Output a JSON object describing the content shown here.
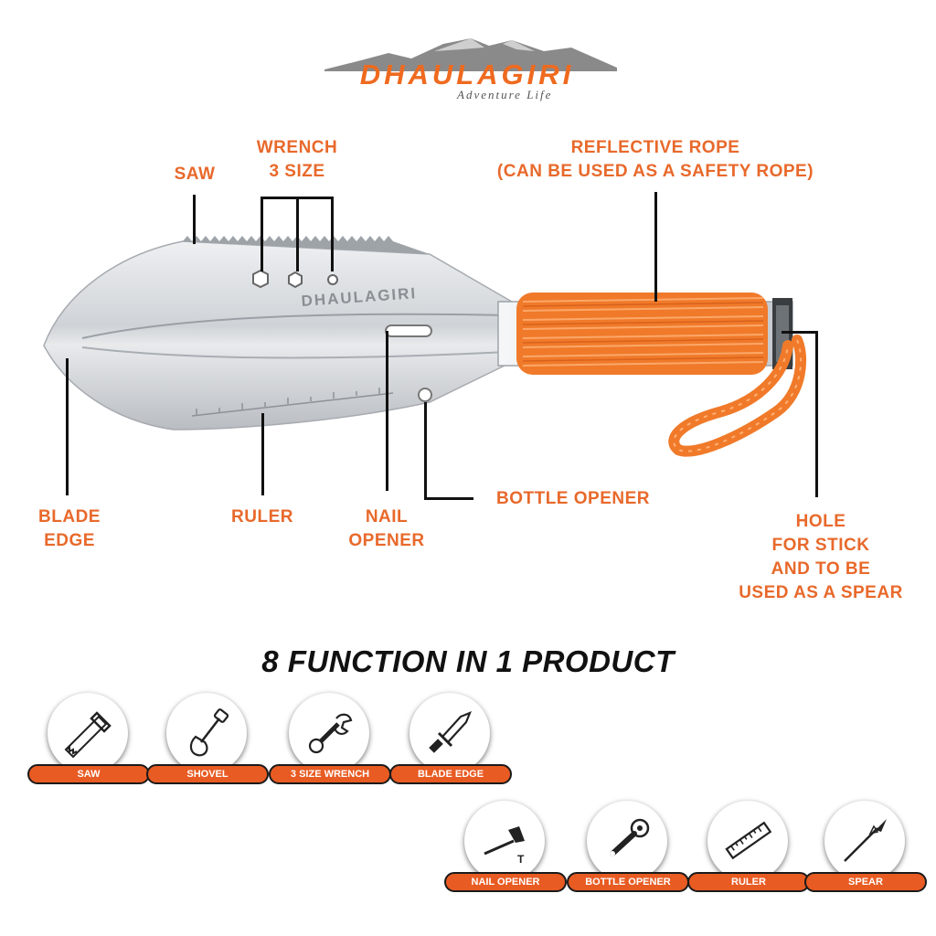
{
  "brand": {
    "name": "DHAULAGIRI",
    "tagline": "Adventure Life"
  },
  "tool_engraving": "DHAULAGIRI",
  "callouts": {
    "saw": "SAW",
    "wrench": [
      "WRENCH",
      "3 SIZE"
    ],
    "reflective_rope": [
      "REFLECTIVE ROPE",
      "(CAN BE USED AS A SAFETY ROPE)"
    ],
    "blade_edge": [
      "BLADE",
      "EDGE"
    ],
    "ruler": "RULER",
    "nail_opener": [
      "NAIL",
      "OPENER"
    ],
    "bottle_opener": "BOTTLE OPENER",
    "hole": [
      "HOLE",
      "FOR STICK",
      "AND TO BE",
      "USED AS A SPEAR"
    ]
  },
  "headline": "8 FUNCTION IN 1 PRODUCT",
  "functions": [
    {
      "label": "SAW",
      "icon": "saw-icon"
    },
    {
      "label": "SHOVEL",
      "icon": "shovel-icon"
    },
    {
      "label": "3 SIZE WRENCH",
      "icon": "wrench-icon"
    },
    {
      "label": "BLADE EDGE",
      "icon": "knife-icon"
    },
    {
      "label": "NAIL OPENER",
      "icon": "hammer-icon"
    },
    {
      "label": "BOTTLE OPENER",
      "icon": "bottle-opener-icon"
    },
    {
      "label": "RULER",
      "icon": "ruler-icon"
    },
    {
      "label": "SPEAR",
      "icon": "spear-icon"
    }
  ],
  "colors": {
    "accent": "#e8692b",
    "pill": "#e85b22",
    "rope": "#f07a2a",
    "text_dark": "#111111"
  }
}
